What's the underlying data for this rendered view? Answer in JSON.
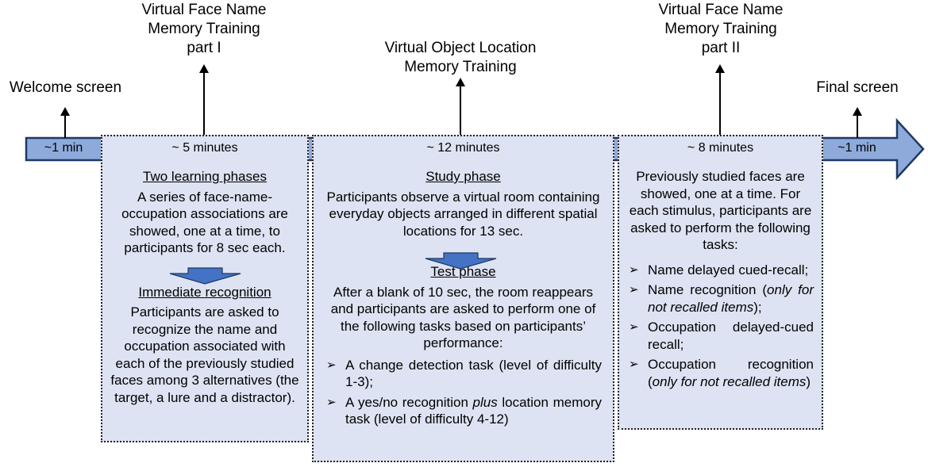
{
  "milestones": {
    "welcome": "Welcome screen",
    "face_name_1": [
      "Virtual Face Name",
      "Memory Training",
      "part I"
    ],
    "object_location": [
      "Virtual Object Location",
      "Memory Training"
    ],
    "face_name_2": [
      "Virtual Face Name",
      "Memory Training",
      "part II"
    ],
    "final": "Final screen"
  },
  "durations": {
    "d1": "~1 min",
    "d2": "~ 5 minutes",
    "d3": "~ 12 minutes",
    "d4": "~ 8 minutes",
    "d5": "~1 min"
  },
  "panel1": {
    "heading1": "Two learning phases",
    "text1": "A series of face-name-occupation associations are showed, one at a time, to participants for 8 sec each.",
    "heading2": "Immediate recognition",
    "text2": "Participants are asked to recognize the name and occupation associated with each of the previously studied faces among 3 alternatives (the target, a lure and a distractor)."
  },
  "panel2": {
    "heading1": "Study phase",
    "text1": "Participants observe a virtual room containing everyday objects arranged in different spatial locations for 13 sec.",
    "heading2": "Test phase",
    "text2": "After a blank of 10 sec, the room reappears and participants are asked to perform one of the following tasks based on participants’ performance:",
    "bullet1": "A change detection task (level of difficulty 1-3);",
    "bullet2_a": "A yes/no recognition",
    "bullet2_b": "plus",
    "bullet2_c": "location memory task (level of difficulty 4-12)"
  },
  "panel3": {
    "text1": "Previously studied faces are showed, one at a time. For each stimulus, participants are asked to perform the following tasks:",
    "bullet1": "Name delayed cued-recall;",
    "bullet2_a": "Name recognition (",
    "bullet2_b": "only for not recalled items",
    "bullet2_c": ");",
    "bullet3": "Occupation delayed-cued recall;",
    "bullet4_a": "Occupation recognition (",
    "bullet4_b": "only for not recalled items",
    "bullet4_c": ")"
  },
  "colors": {
    "timeline_fill": "#8eaadb",
    "timeline_stroke": "#1f3864",
    "panel_fill": "#dde3f2",
    "down_arrow": "#4472c4"
  }
}
